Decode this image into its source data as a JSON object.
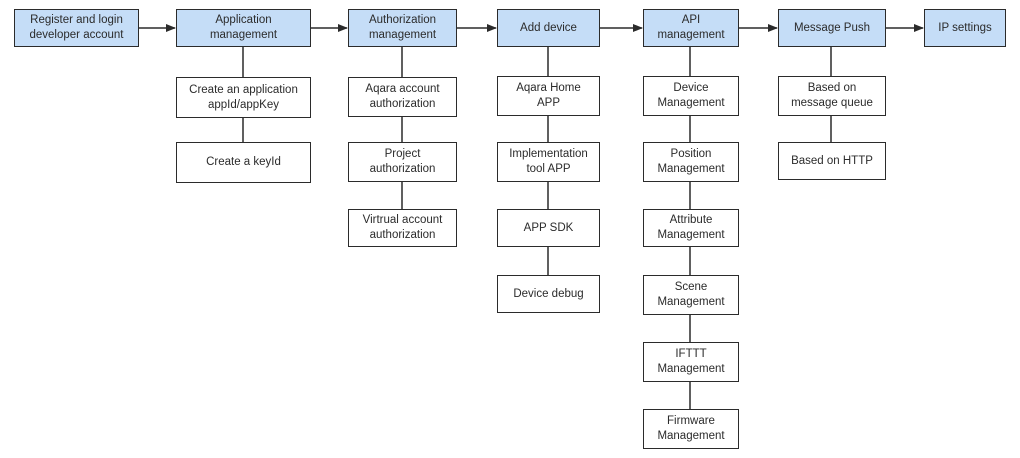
{
  "colors": {
    "header_fill": "#c5ddf7",
    "sub_fill": "#ffffff",
    "stroke": "#2b2b2b"
  },
  "flow": {
    "step_register": "Register and login\ndeveloper account",
    "step_application": "Application\nmanagement",
    "step_authorization": "Authorization\nmanagement",
    "step_add_device": "Add device",
    "step_api": "API\nmanagement",
    "step_message_push": "Message Push",
    "step_ip_settings": "IP settings"
  },
  "application": [
    "Create an application\nappId/appKey",
    "Create a keyId"
  ],
  "authorization": [
    "Aqara account\nauthorization",
    "Project\nauthorization",
    "Virtrual account\nauthorization"
  ],
  "add_device": [
    "Aqara Home\nAPP",
    "Implementation\ntool APP",
    "APP SDK",
    "Device debug"
  ],
  "api": [
    "Device\nManagement",
    "Position\nManagement",
    "Attribute\nManagement",
    "Scene\nManagement",
    "IFTTT\nManagement",
    "Firmware\nManagement"
  ],
  "message_push": [
    "Based on\nmessage queue",
    "Based on HTTP"
  ]
}
